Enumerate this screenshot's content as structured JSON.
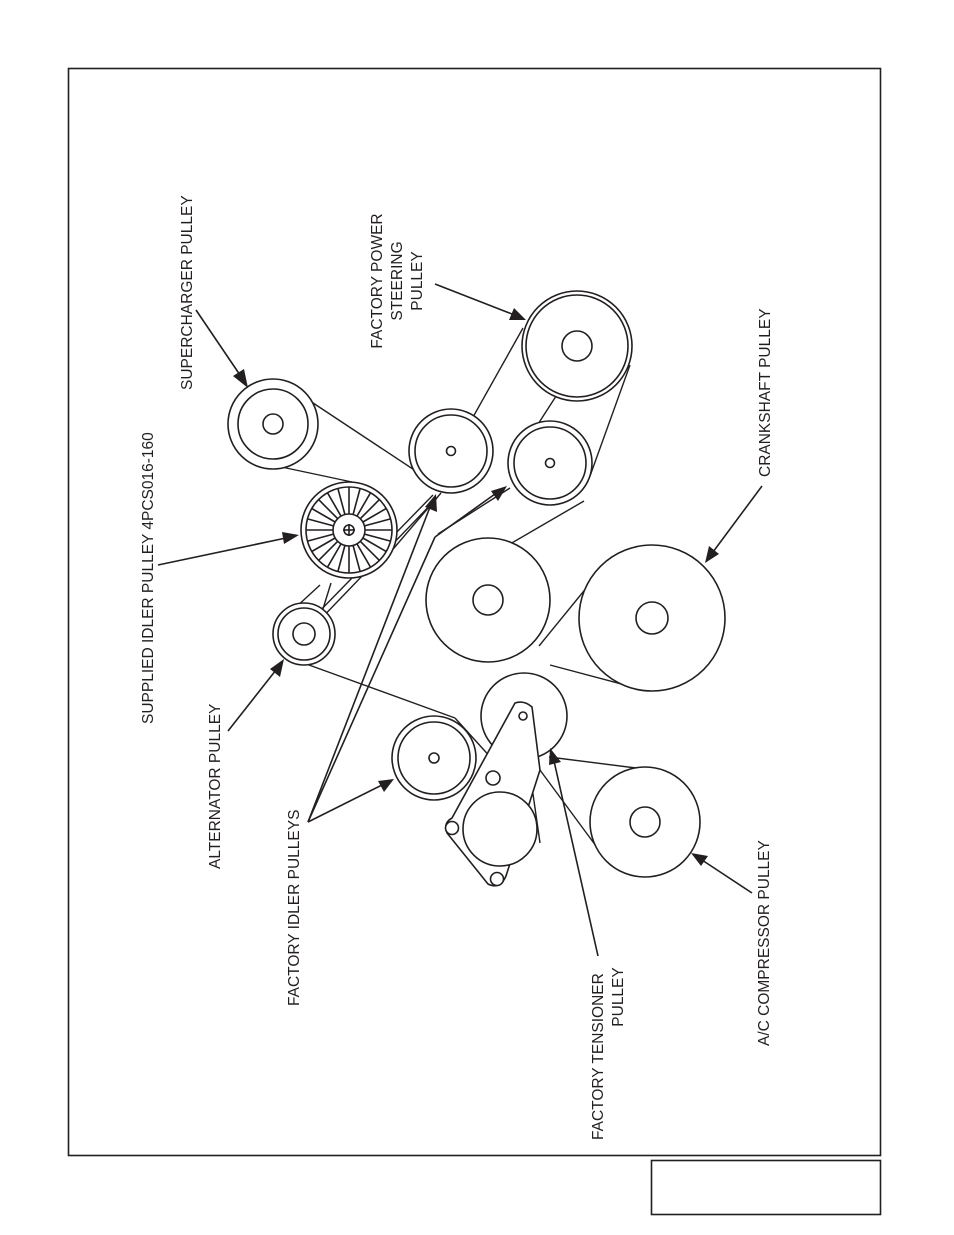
{
  "labels": {
    "supercharger": "SUPERCHARGER PULLEY",
    "supplied_idler": "SUPPLIED IDLER PULLEY 4PCS016-160",
    "alternator": "ALTERNATOR PULLEY",
    "factory_idlers": "FACTORY IDLER PULLEYS",
    "power_steering_1": "FACTORY POWER",
    "power_steering_2": "STEERING",
    "power_steering_3": "PULLEY",
    "crankshaft": "CRANKSHAFT PULLEY",
    "tensioner_1": "FACTORY TENSIONER",
    "tensioner_2": "PULLEY",
    "ac_compressor": "A/C COMPRESSOR PULLEY"
  },
  "colors": {
    "line": "#231f20",
    "background": "#ffffff"
  }
}
